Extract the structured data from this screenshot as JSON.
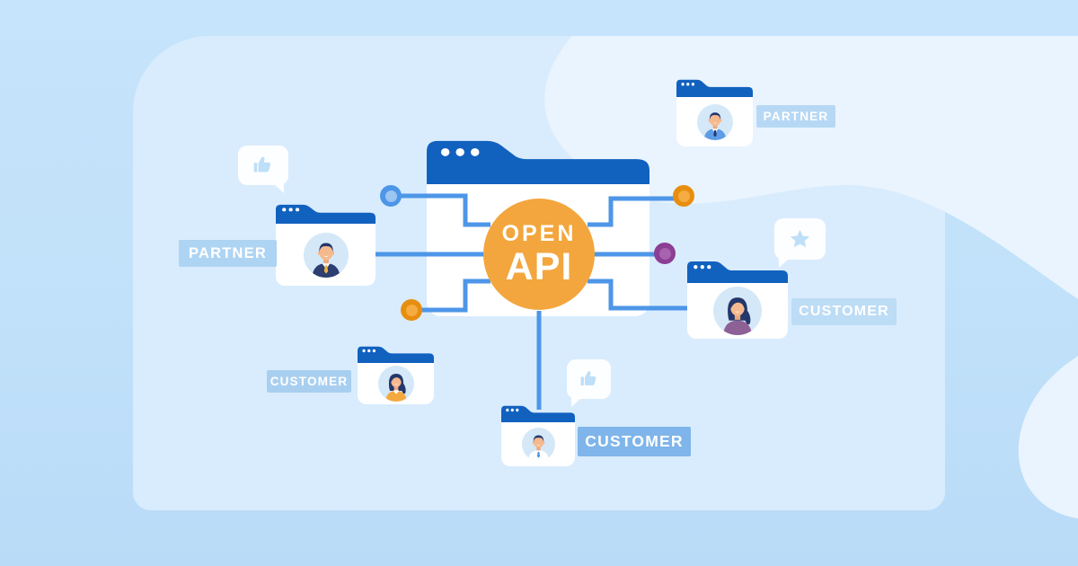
{
  "center_window": {
    "line1": "OPEN",
    "line2": "API",
    "dots_count": 3
  },
  "folders": [
    {
      "id": "partner-top-right",
      "label": "PARTNER",
      "persona": "man in light blue suit with dark tie"
    },
    {
      "id": "partner-left",
      "label": "PARTNER",
      "persona": "man in navy suit with gold tie"
    },
    {
      "id": "customer-right",
      "label": "CUSTOMER",
      "persona": "woman in purple top"
    },
    {
      "id": "customer-bottom-left",
      "label": "CUSTOMER",
      "persona": "woman in orange top"
    },
    {
      "id": "customer-bottom-center",
      "label": "CUSTOMER",
      "persona": "man in white shirt with blue tie"
    }
  ],
  "connector_dots": [
    {
      "id": "blue-top-left",
      "color": "#4D96E8"
    },
    {
      "id": "orange-top-right",
      "color": "#E88E0F"
    },
    {
      "id": "purple-right",
      "color": "#8B3E94"
    },
    {
      "id": "orange-bottom-left",
      "color": "#E88E0F"
    }
  ],
  "speech_bubbles": [
    {
      "id": "thumbs-up-top-left",
      "icon": "thumbs-up"
    },
    {
      "id": "star-right",
      "icon": "star"
    },
    {
      "id": "thumbs-up-bottom-center",
      "icon": "thumbs-up"
    }
  ],
  "palette": {
    "background": "#C2E1FA",
    "panel": "#D9ECFD",
    "swoosh": "#EAF4FE",
    "header_blue": "#1161BF",
    "line_blue": "#4D96E8",
    "circle_orange": "#F3A63D",
    "dot_orange": "#E88E0F",
    "dot_orange_inner": "#F5AC40",
    "dot_blue_inner": "#9CC5F1",
    "dot_purple": "#8B3E94",
    "dot_purple_inner": "#A763AF",
    "band_light": "#B3D5F3",
    "band_strong": "#7FB5EA",
    "bubble_icon": "#BEDFF8",
    "text": "#FFFFFF"
  }
}
